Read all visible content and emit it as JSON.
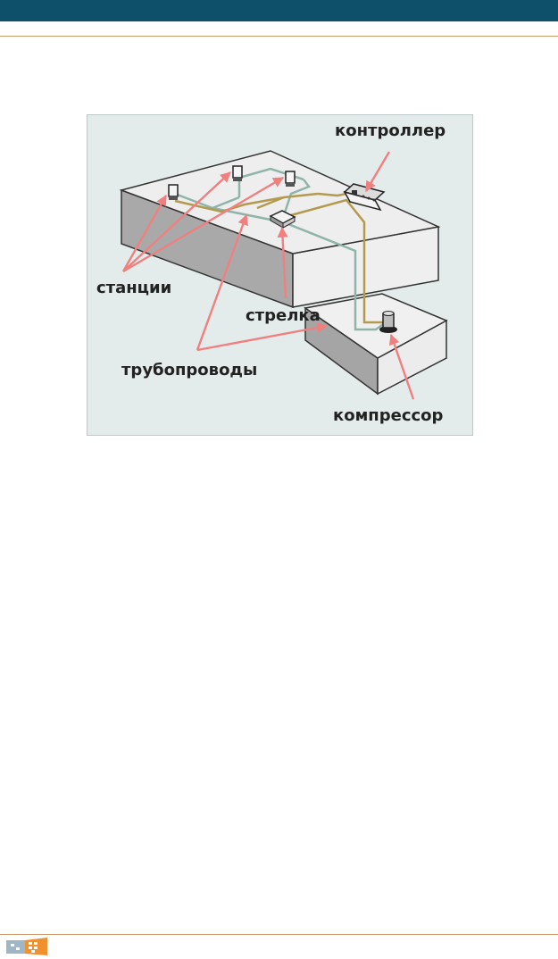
{
  "labels": {
    "controller": "контроллер",
    "stations": "станции",
    "arrow_switch": "стрелка",
    "pipelines": "трубопроводы",
    "compressor": "компрессор"
  },
  "colors": {
    "header_bar": "#0e4f6a",
    "rule": "#c89a6a",
    "diagram_background": "#e3eceb",
    "pointer_arrows": "#f08080",
    "pipe_teal": "#8fb5aa",
    "pipe_olive": "#b39a4f"
  },
  "footer": {
    "logo_icon": "publisher-logo-icon"
  }
}
